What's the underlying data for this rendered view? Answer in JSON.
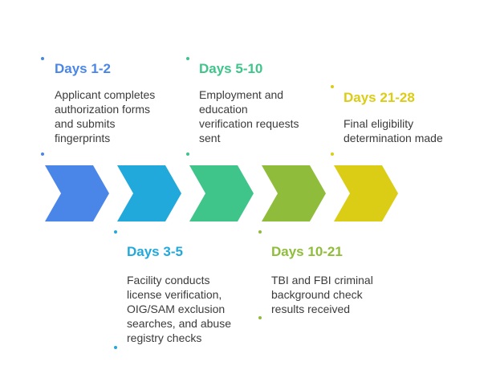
{
  "colors": {
    "step1": "#4a86e8",
    "step2": "#22a9dc",
    "step3": "#3fc48a",
    "step4": "#8fbd3b",
    "step5": "#dbcc16",
    "text": "#3b3b3b"
  },
  "steps": [
    {
      "title": "Days 1-2",
      "lines": [
        "Applicant completes",
        "authorization forms",
        "and submits",
        "fingerprints"
      ]
    },
    {
      "title": "Days 3-5",
      "lines": [
        "Facility conducts",
        "license verification,",
        "OIG/SAM exclusion",
        "searches, and abuse",
        "registry checks"
      ]
    },
    {
      "title": "Days 5-10",
      "lines": [
        "Employment and",
        "education",
        "verification requests",
        "sent"
      ]
    },
    {
      "title": "Days 10-21",
      "lines": [
        "TBI and FBI criminal",
        "background check",
        "results received"
      ]
    },
    {
      "title": "Days 21-28",
      "lines": [
        "Final eligibility",
        "determination made"
      ]
    }
  ]
}
